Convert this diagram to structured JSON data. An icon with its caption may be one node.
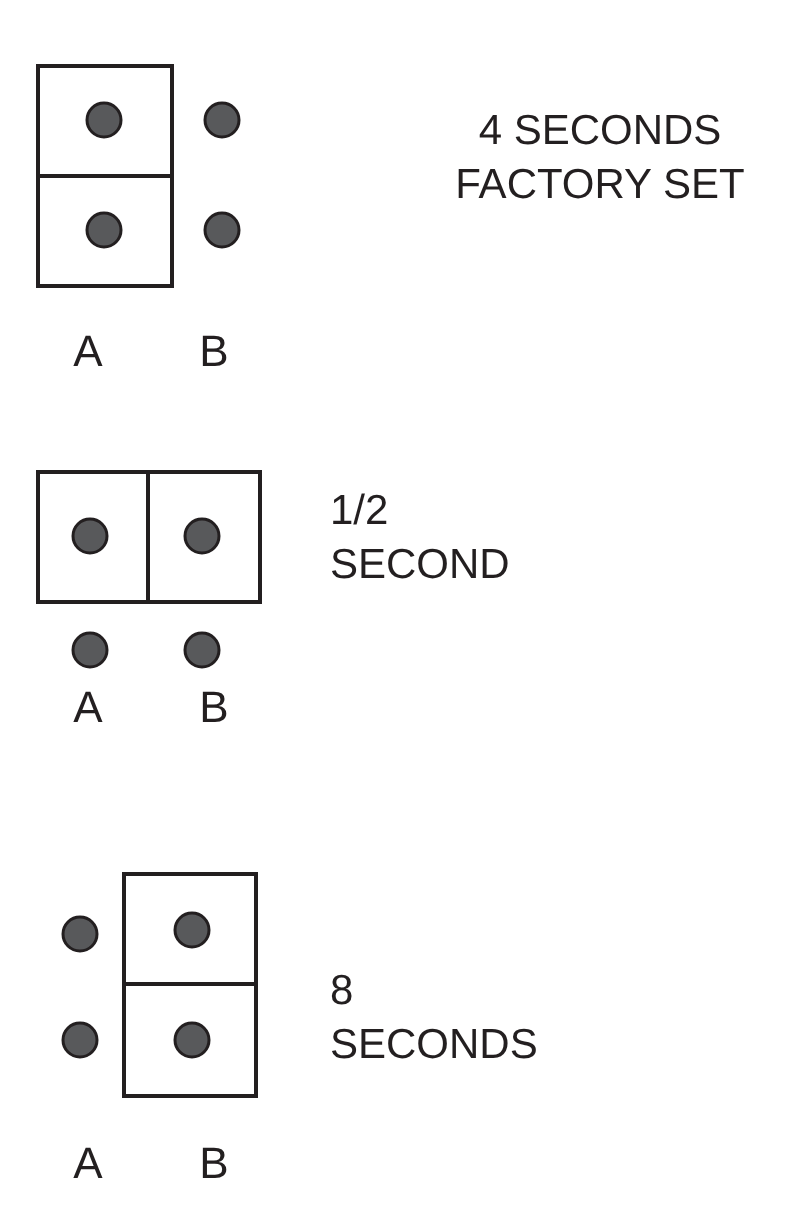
{
  "diagram": {
    "labels": [
      "4 SECONDS FACTORY SET",
      "A",
      "B",
      "1/2 SECOND",
      "A",
      "B",
      "8 SECONDS",
      "A",
      "B"
    ]
  }
}
